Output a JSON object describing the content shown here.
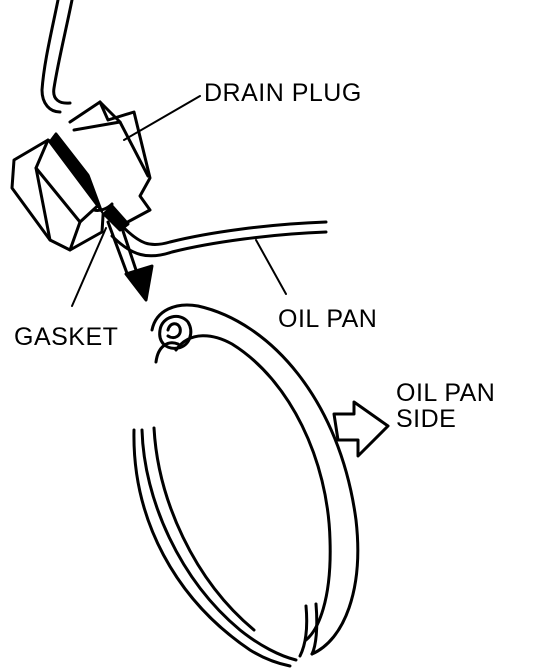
{
  "labels": {
    "drain_plug": "DRAIN PLUG",
    "oil_pan": "OIL PAN",
    "gasket": "GASKET",
    "oil_pan_side_line1": "OIL PAN",
    "oil_pan_side_line2": "SIDE"
  },
  "colors": {
    "ink": "#000000",
    "paper": "#ffffff"
  }
}
